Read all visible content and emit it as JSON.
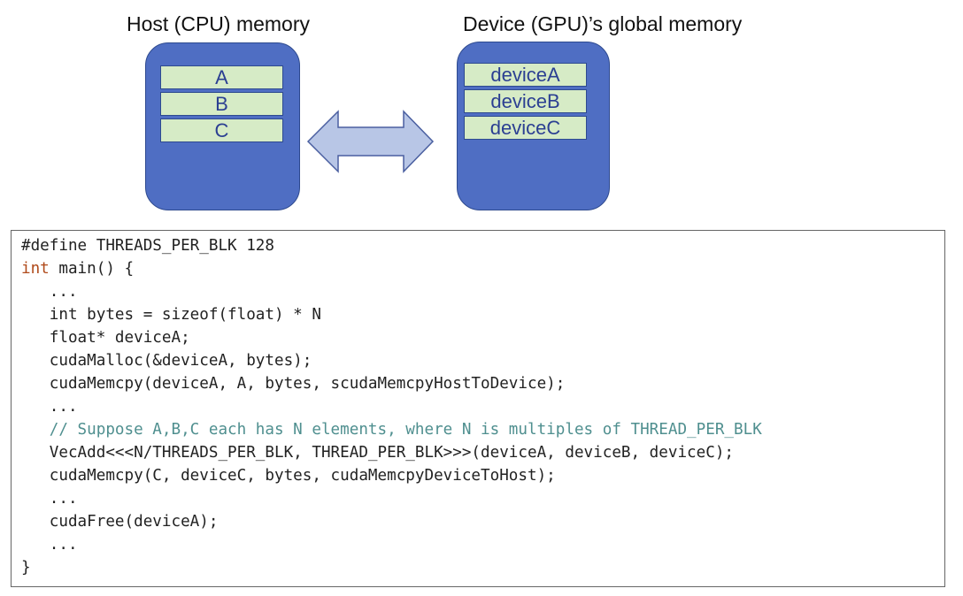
{
  "diagram": {
    "host": {
      "title": "Host (CPU) memory",
      "cells": [
        "A",
        "B",
        "C"
      ]
    },
    "device": {
      "title": "Device (GPU)’s global memory",
      "cells": [
        "deviceA",
        "deviceB",
        "deviceC"
      ]
    },
    "arrow": {
      "direction": "bidirectional"
    },
    "colors": {
      "box_fill": "#4f6ec3",
      "cell_fill": "#d6ebc6",
      "cell_text": "#2b3f92",
      "arrow_fill": "#b8c6e6"
    }
  },
  "code": {
    "lines": [
      {
        "text": "#define THREADS_PER_BLK 128",
        "type": "normal"
      },
      {
        "keyword": "int",
        "rest": " main() {",
        "type": "keyword"
      },
      {
        "text": "   ...",
        "type": "normal"
      },
      {
        "text": "   int bytes = sizeof(float) * N",
        "type": "normal"
      },
      {
        "text": "   float* deviceA;",
        "type": "normal"
      },
      {
        "text": "   cudaMalloc(&deviceA, bytes);",
        "type": "normal"
      },
      {
        "text": "   cudaMemcpy(deviceA, A, bytes, scudaMemcpyHostToDevice);",
        "type": "normal"
      },
      {
        "text": "   ...",
        "type": "normal"
      },
      {
        "text": "   // Suppose A,B,C each has N elements, where N is multiples of THREAD_PER_BLK",
        "type": "comment"
      },
      {
        "text": "   VecAdd<<<N/THREADS_PER_BLK, THREAD_PER_BLK>>>(deviceA, deviceB, deviceC);",
        "type": "normal"
      },
      {
        "text": "   cudaMemcpy(C, deviceC, bytes, cudaMemcpyDeviceToHost);",
        "type": "normal"
      },
      {
        "text": "   ...",
        "type": "normal"
      },
      {
        "text": "   cudaFree(deviceA);",
        "type": "normal"
      },
      {
        "text": "   ...",
        "type": "normal"
      },
      {
        "text": "}",
        "type": "normal"
      }
    ]
  }
}
